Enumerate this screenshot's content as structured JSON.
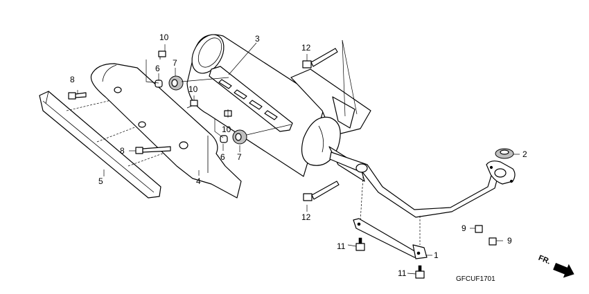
{
  "diagram": {
    "code": "GFCUF1701",
    "direction_label": "FR."
  },
  "parts": [
    {
      "number": "1",
      "part": "muffler-stay"
    },
    {
      "number": "2",
      "part": "exhaust-pipe-gasket"
    },
    {
      "number": "3",
      "part": "muffler"
    },
    {
      "number": "4",
      "part": "muffler-protector"
    },
    {
      "number": "5",
      "part": "muffler-side-cover"
    },
    {
      "number": "6",
      "part": "collar"
    },
    {
      "number": "6",
      "part": "collar"
    },
    {
      "number": "7",
      "part": "rubber-grommet"
    },
    {
      "number": "7",
      "part": "rubber-grommet"
    },
    {
      "number": "8",
      "part": "bolt"
    },
    {
      "number": "8",
      "part": "bolt"
    },
    {
      "number": "9",
      "part": "nut"
    },
    {
      "number": "9",
      "part": "nut"
    },
    {
      "number": "10",
      "part": "screw"
    },
    {
      "number": "10",
      "part": "screw"
    },
    {
      "number": "10",
      "part": "screw"
    },
    {
      "number": "11",
      "part": "flange-bolt"
    },
    {
      "number": "11",
      "part": "flange-bolt"
    },
    {
      "number": "12",
      "part": "flange-bolt"
    },
    {
      "number": "12",
      "part": "flange-bolt"
    }
  ]
}
